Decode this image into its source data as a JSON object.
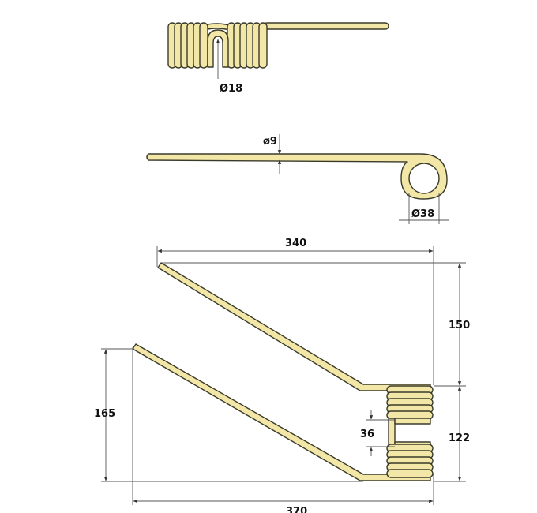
{
  "dimensions": {
    "coil_inner_diameter": "Ø18",
    "wire_diameter": "ø9",
    "eye_diameter": "Ø38",
    "upper_length": "340",
    "lower_length": "370",
    "upper_height": "150",
    "lower_height": "165",
    "coil_height": "122",
    "coil_gap": "36"
  },
  "colors": {
    "wire_fill": "#f2e7a7",
    "wire_stroke": "#3a3a2a",
    "dimension_line": "#555555"
  }
}
